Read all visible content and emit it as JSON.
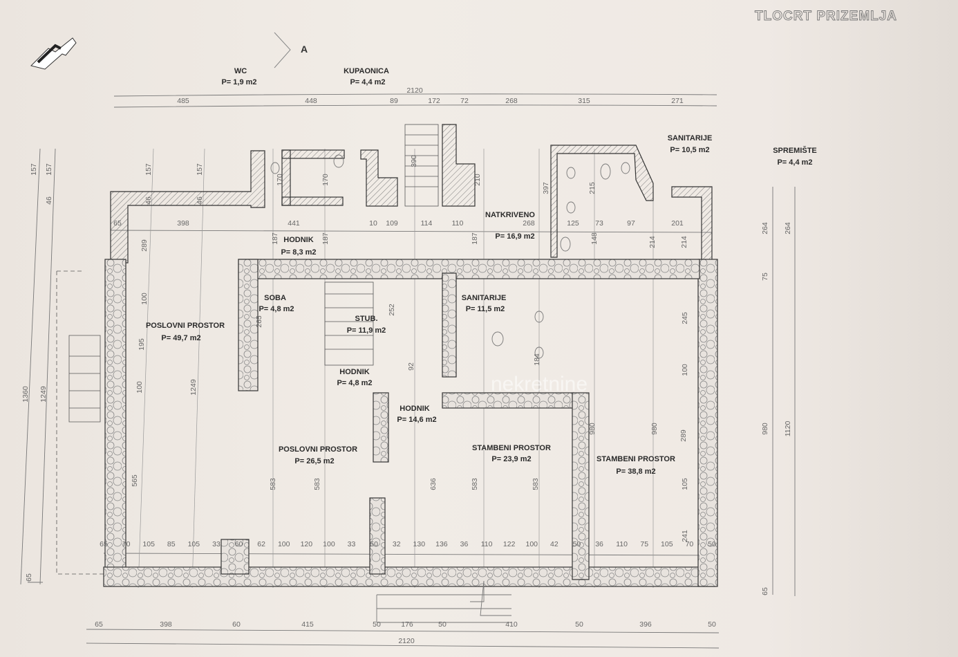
{
  "title": "TLOCRT PRIZEMLJA",
  "section_marker": "A",
  "watermark": "nekretnine",
  "rooms": [
    {
      "name": "WC",
      "area": "P= 1,9 m2"
    },
    {
      "name": "KUPAONICA",
      "area": "P= 4,4 m2"
    },
    {
      "name": "SANITARIJE",
      "area": "P= 10,5 m2"
    },
    {
      "name": "SPREMIŠTE",
      "area": "P= 4,4 m2"
    },
    {
      "name": "NATKRIVENO",
      "area": "P= 16,9 m2"
    },
    {
      "name": "HODNIK",
      "area": "P= 8,3 m2"
    },
    {
      "name": "SOBA",
      "area": "P= 4,8 m2"
    },
    {
      "name": "SANITARIJE",
      "area": "P= 11,5 m2"
    },
    {
      "name": "STUB.",
      "area": "P= 11,9 m2"
    },
    {
      "name": "POSLOVNI PROSTOR",
      "area": "P= 49,7 m2"
    },
    {
      "name": "HODNIK",
      "area": "P= 4,8 m2"
    },
    {
      "name": "HODNIK",
      "area": "P= 14,6 m2"
    },
    {
      "name": "POSLOVNI PROSTOR",
      "area": "P= 26,5 m2"
    },
    {
      "name": "STAMBENI PROSTOR",
      "area": "P= 23,9 m2"
    },
    {
      "name": "STAMBENI PROSTOR",
      "area": "P= 38,8 m2"
    }
  ],
  "dimensions": {
    "top_total": "2120",
    "top": [
      "485",
      "448",
      "89",
      "172",
      "72",
      "268",
      "315",
      "271"
    ],
    "inner_top": [
      "65",
      "398",
      "441",
      "10",
      "109",
      "114",
      "110",
      "268",
      "125",
      "73",
      "97",
      "201"
    ],
    "bottom_inner": [
      "65",
      "70",
      "105",
      "85",
      "105",
      "33",
      "60",
      "62",
      "100",
      "120",
      "100",
      "33",
      "50",
      "32",
      "130",
      "136",
      "36",
      "110",
      "122",
      "100",
      "42",
      "50",
      "36",
      "110",
      "75",
      "105",
      "70",
      "50"
    ],
    "bottom": [
      "65",
      "398",
      "60",
      "415",
      "50",
      "176",
      "50",
      "410",
      "50",
      "396",
      "50"
    ],
    "bottom_total": "2120",
    "left": [
      "1360",
      "1249",
      "157",
      "157",
      "46",
      "65"
    ],
    "right": [
      "264",
      "264",
      "75",
      "980",
      "1120",
      "65"
    ],
    "interior_vertical": [
      "157",
      "46",
      "289",
      "100",
      "195",
      "100",
      "1249",
      "565",
      "157",
      "46",
      "583",
      "583",
      "636",
      "92",
      "583",
      "583",
      "980",
      "980",
      "289",
      "245",
      "100",
      "105",
      "241",
      "170",
      "170",
      "390",
      "210",
      "397",
      "187",
      "187",
      "187",
      "215",
      "214",
      "214",
      "148",
      "265",
      "252",
      "184"
    ]
  }
}
